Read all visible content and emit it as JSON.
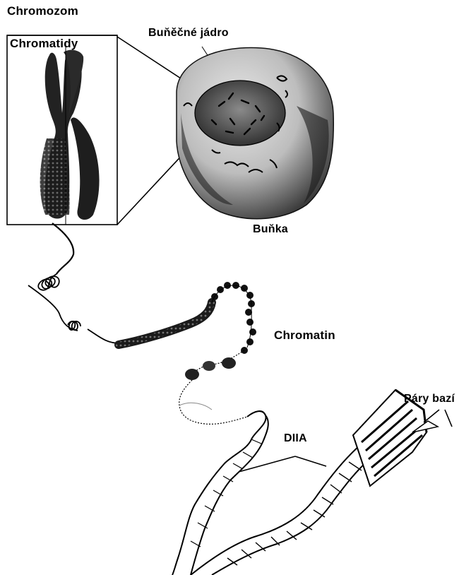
{
  "labels": {
    "chromosome": "Chromozom",
    "chromatids": "Chromatidy",
    "nucleus": "Buňěčné jádro",
    "cell": "Buňka",
    "chromatin": "Chromatin",
    "base_pairs": "Páry bazí",
    "dna": "DIIA"
  },
  "colors": {
    "ink": "#000000",
    "chromosome_fill": "#2a2a2a",
    "cell_light": "#d9d9d9",
    "cell_dark": "#1a1a1a",
    "nucleus_fill": "#555555"
  }
}
